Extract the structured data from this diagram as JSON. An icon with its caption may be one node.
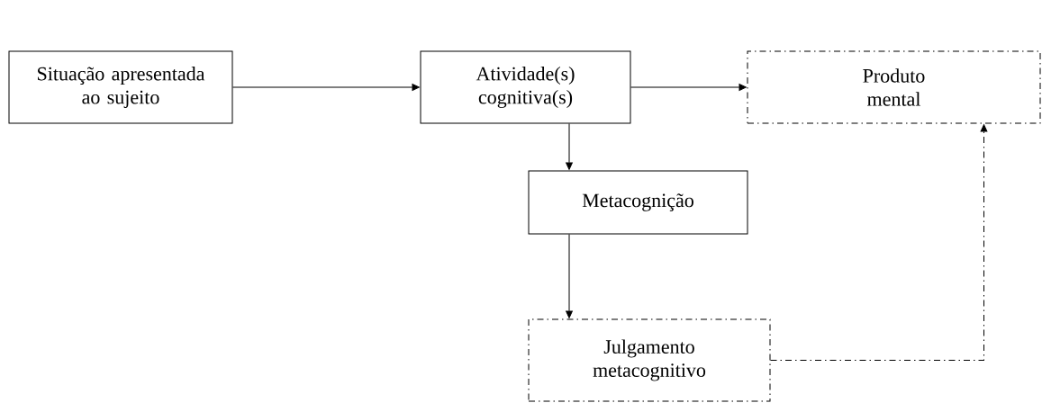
{
  "diagram": {
    "nodes": [
      {
        "text": [
          "Situação apresentada ao sujeito"
        ]
      },
      {
        "text": [
          "Atividade(s) cognitiva(s)"
        ]
      },
      {
        "text": [
          "Produto mental"
        ]
      },
      {
        "text": [
          "Metacognição"
        ]
      },
      {
        "text": [
          "Julgamento metacognitivo"
        ]
      }
    ],
    "edges": [
      {
        "from": 0,
        "to": 1,
        "arrow": "to"
      },
      {
        "from": 1,
        "to": 2,
        "arrow": "to"
      },
      {
        "from": 1,
        "to": 3,
        "arrow": "to"
      },
      {
        "from": 3,
        "to": 4,
        "arrow": "to"
      },
      {
        "from": 4,
        "to": 2,
        "arrow": "to",
        "style": "dashed"
      }
    ]
  }
}
